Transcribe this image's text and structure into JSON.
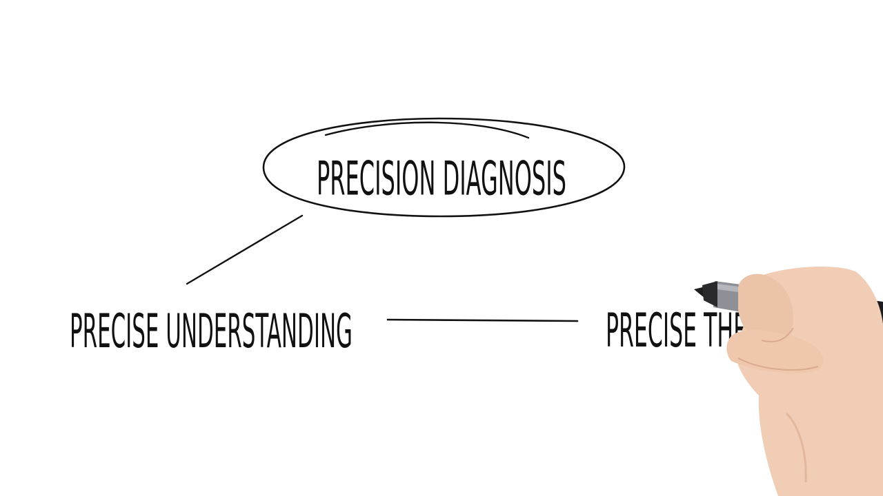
{
  "diagram": {
    "center_label": "PRECISION DIAGNOSIS",
    "left_label": "PRECISE UNDERSTANDING",
    "right_label_visible": "PRECISE THE"
  },
  "colors": {
    "ink": "#111111",
    "background": "#ffffff",
    "marker_body": "#8d9096",
    "marker_cap": "#1c1c1e",
    "skin": "#f0cdb4"
  }
}
